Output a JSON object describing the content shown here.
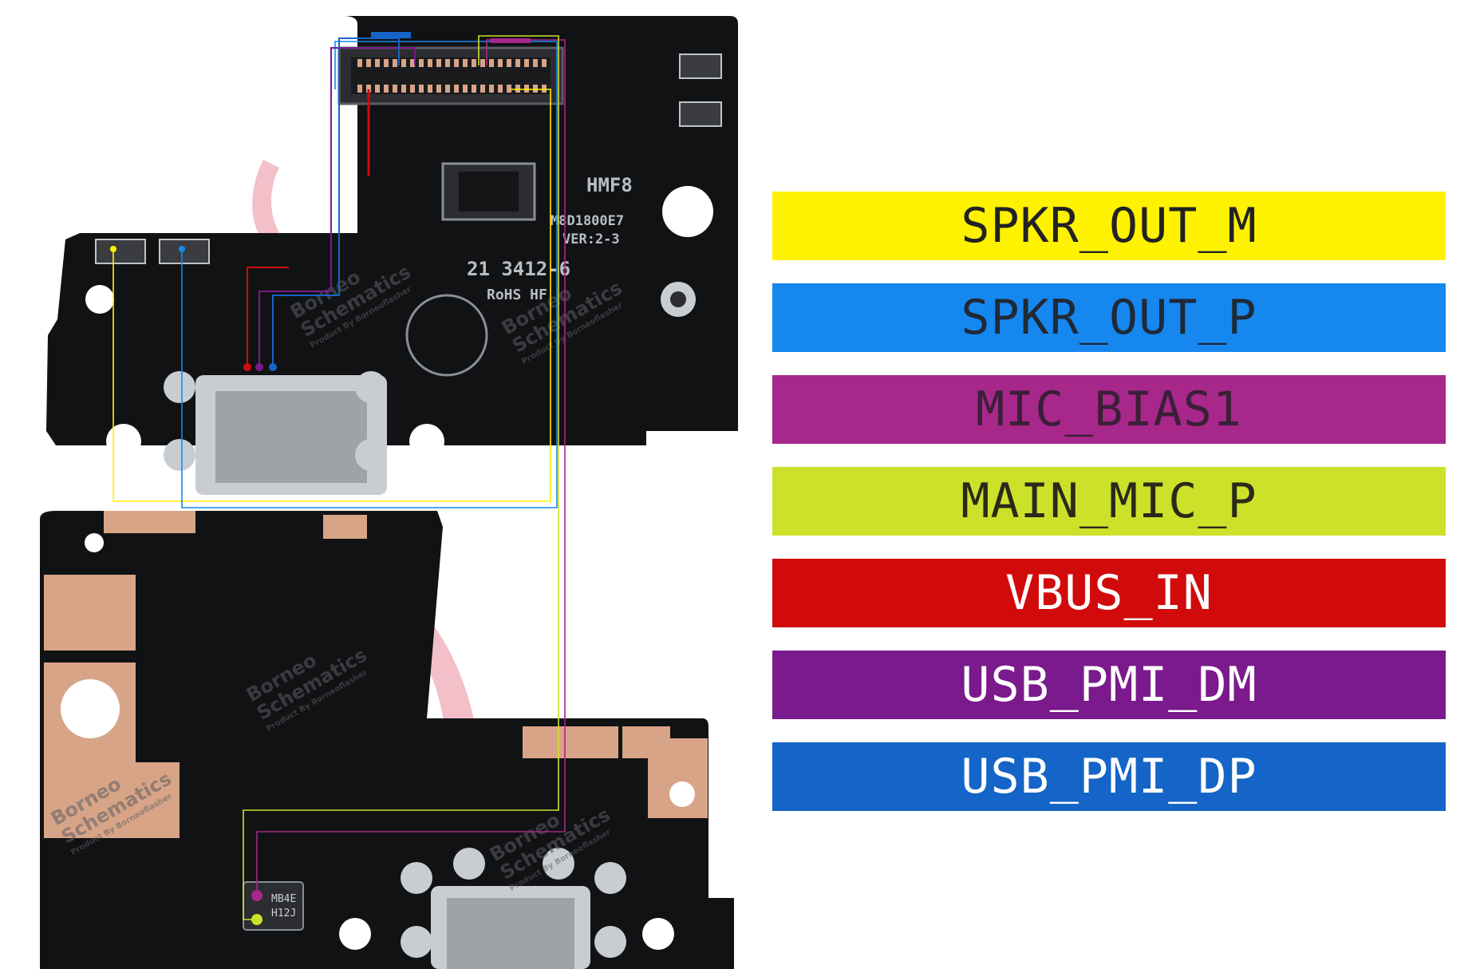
{
  "board": {
    "silk_lines": [
      "HMF8",
      "M8D1800E7",
      "VER:2-3",
      "21 3412-6",
      "RoHS  HF"
    ],
    "mic_marking": [
      "MB4E",
      "H12J"
    ],
    "watermark": [
      "Borneo",
      "Schematics",
      "Product By Borneoflasher"
    ],
    "colors": {
      "pcb": "#111214",
      "copper": "#d8a487",
      "silver": "#c9cdd1",
      "watermark": "#e11d48"
    }
  },
  "legend": [
    {
      "label": "SPKR_OUT_M",
      "bg": "#fff200",
      "fg": "#222222"
    },
    {
      "label": "SPKR_OUT_P",
      "bg": "#1787f0",
      "fg": "#1f2a36"
    },
    {
      "label": "MIC_BIAS1",
      "bg": "#a8278a",
      "fg": "#3a1f38"
    },
    {
      "label": "MAIN_MIC_P",
      "bg": "#cde12b",
      "fg": "#2a2a1a"
    },
    {
      "label": "VBUS_IN",
      "bg": "#d10b0b",
      "fg": "#ffffff"
    },
    {
      "label": "USB_PMI_DM",
      "bg": "#7a1a8c",
      "fg": "#ffffff"
    },
    {
      "label": "USB_PMI_DP",
      "bg": "#1564c7",
      "fg": "#ffffff"
    }
  ]
}
